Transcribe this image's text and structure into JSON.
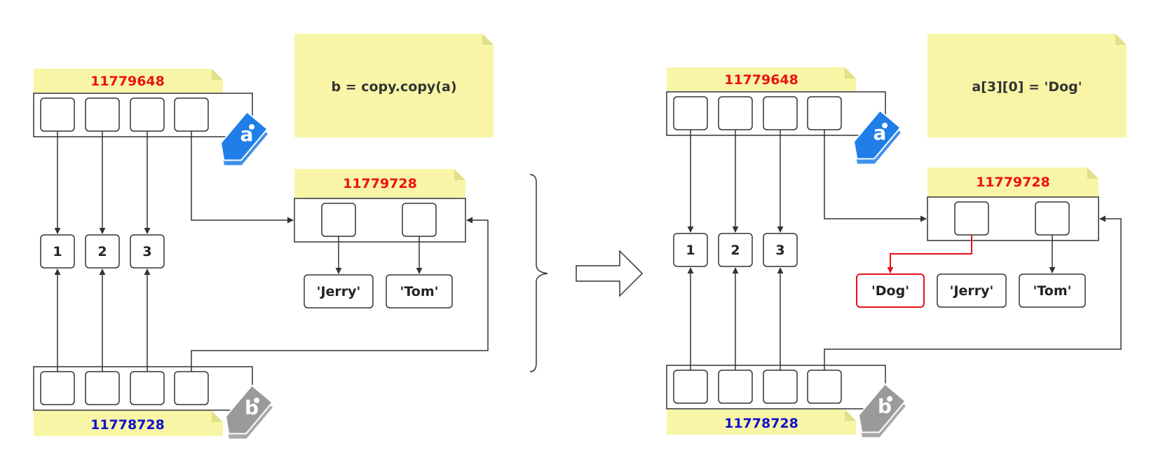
{
  "colors": {
    "note_fill": "#f8f6a6",
    "note_fold": "#e2e089",
    "addr_red": "#ee1111",
    "addr_blue": "#1111cc",
    "tag_a": "#1f7ee8",
    "tag_b": "#9a9a9a",
    "line": "#333333",
    "highlight": "#e8111a"
  },
  "icons": [
    "tag-a-icon",
    "tag-b-icon",
    "transition-arrow-icon",
    "brace-icon"
  ],
  "left": {
    "a_address": "11779648",
    "b_address": "11778728",
    "inner_address": "11779728",
    "code": "b = copy.copy(a)",
    "numbers": [
      "1",
      "2",
      "3"
    ],
    "strings": [
      "'Jerry'",
      "'Tom'"
    ],
    "tag_a": "a",
    "tag_b": "b"
  },
  "right": {
    "a_address": "11779648",
    "b_address": "11778728",
    "inner_address": "11779728",
    "code": "a[3][0] = 'Dog'",
    "numbers": [
      "1",
      "2",
      "3"
    ],
    "strings": [
      "'Dog'",
      "'Jerry'",
      "'Tom'"
    ],
    "tag_a": "a",
    "tag_b": "b"
  }
}
